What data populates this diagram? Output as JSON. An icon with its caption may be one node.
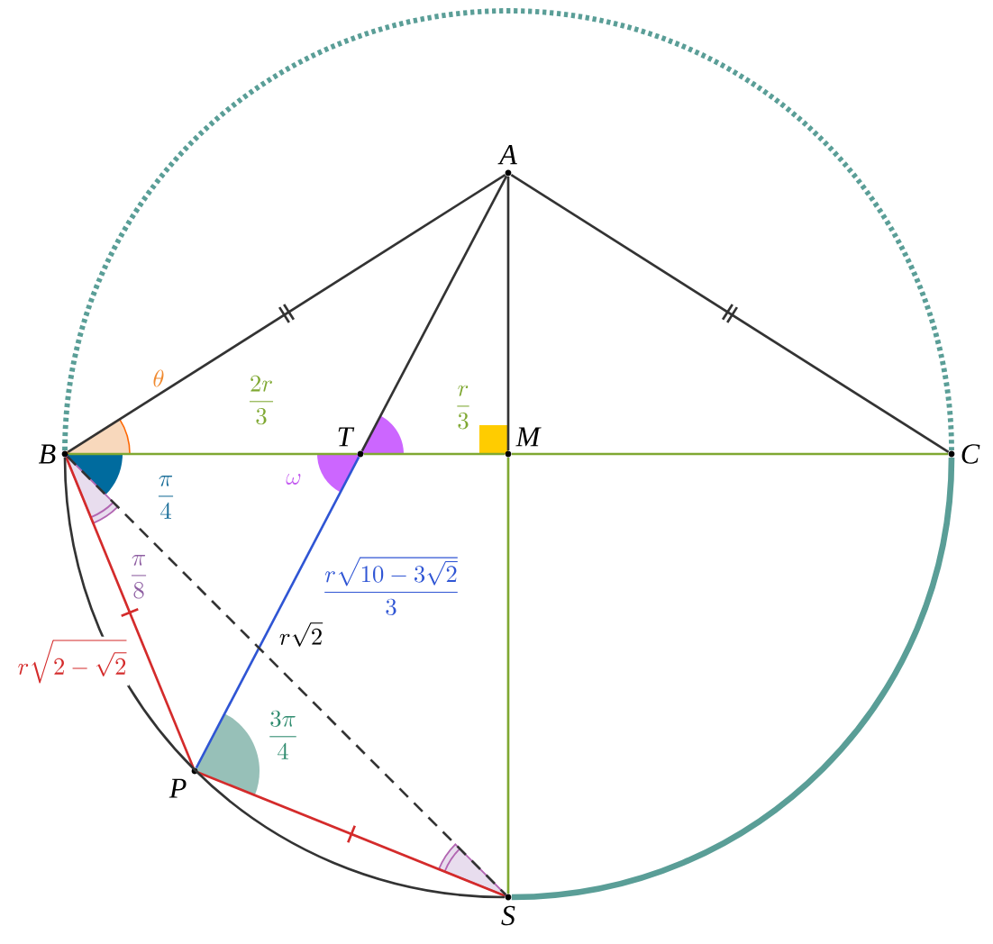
{
  "diagram": {
    "nodes": [
      {
        "text": [
          "A"
        ]
      },
      {
        "text": [
          "B"
        ],
        "beside": [
          "\\frac{\\pi}{4}"
        ]
      },
      {
        "text": [
          "C"
        ]
      },
      {
        "text": [
          "M"
        ]
      },
      {
        "text": [
          "T"
        ],
        "beside": [
          "\\omega"
        ]
      },
      {
        "text": [
          "P"
        ],
        "beside": [
          "\\frac{3\\pi}{4}"
        ]
      },
      {
        "text": [
          "S"
        ]
      }
    ],
    "edges": [
      {
        "from": 0,
        "to": 1,
        "arrow": "none"
      },
      {
        "from": 0,
        "to": 2,
        "arrow": "none"
      },
      {
        "from": 0,
        "to": 4,
        "arrow": "none"
      },
      {
        "from": 0,
        "to": 3,
        "arrow": "none"
      },
      {
        "from": 1,
        "to": 4,
        "arrow": "none",
        "color": "#7fa832",
        "label": "\\frac{2r}{3}"
      },
      {
        "from": 4,
        "to": 3,
        "arrow": "none",
        "color": "#7fa832",
        "label": "\\frac{r}{3}"
      },
      {
        "from": 3,
        "to": 2,
        "arrow": "none",
        "color": "#7fa832"
      },
      {
        "from": 3,
        "to": 6,
        "arrow": "none",
        "color": "#7fa832"
      },
      {
        "from": 4,
        "to": 5,
        "arrow": "none",
        "color": "#2f55d4",
        "label": "\\frac{r\\sqrt{10-3\\sqrt{2}}}{3}"
      },
      {
        "from": 1,
        "to": 5,
        "arrow": "none",
        "color": "#d42b2b",
        "label": "r\\sqrt{2-\\sqrt{2}}"
      },
      {
        "from": 5,
        "to": 6,
        "arrow": "none",
        "color": "#d42b2b"
      },
      {
        "from": 1,
        "to": 6,
        "arrow": "none",
        "style": "dashed",
        "label": "r\\sqrt{2}"
      },
      {
        "from": 1,
        "to": 6,
        "arrow": "none"
      },
      {
        "from": 1,
        "to": 2,
        "arrow": "none",
        "style": "dashed",
        "color": "#5a9e97"
      },
      {
        "from": 2,
        "to": 6,
        "arrow": "none",
        "style": "thick",
        "color": "#5a9e97"
      }
    ],
    "labels": [
      "\\theta",
      "\\frac{\\pi}{8}"
    ]
  }
}
